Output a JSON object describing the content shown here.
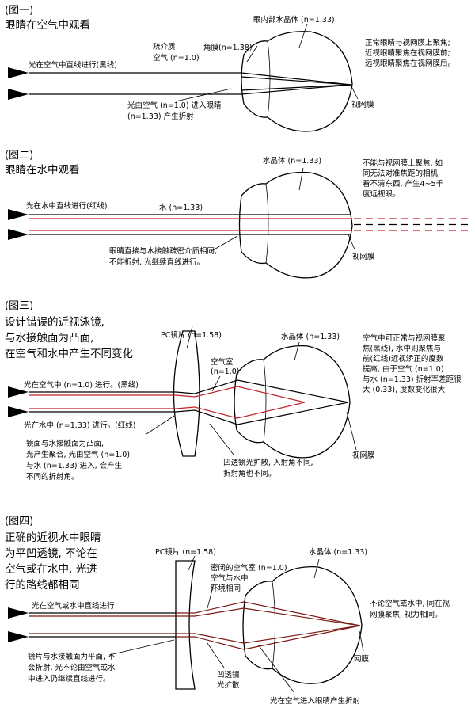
{
  "fig1": {
    "tag": "(图一)",
    "heading": "眼睛在空气中观看",
    "ray_label": "光在空气中直线进行(黑线)",
    "medium_label_1": "疏介质",
    "medium_label_2": "空气 (n=1.0)",
    "cornea_label": "角膜(n=1.38)",
    "lens_label": "眼内部水晶体 (n=1.33)",
    "refraction_1": "光由空气 (n=1.0) 进入眼睛",
    "refraction_2": "(n=1.33) 产生折射",
    "retina_label": "视网膜",
    "side_notes": [
      "正常眼睛与视网膜上聚焦;",
      "近视眼睛聚焦在视网膜前;",
      "远视眼睛聚焦在视网膜后。"
    ]
  },
  "fig2": {
    "tag": "(图二)",
    "heading": "眼睛在水中观看",
    "ray_label": "光在水中直线进行(红线)",
    "water_label": "水 (n=1.33)",
    "lens_label": "水晶体 (n=1.33)",
    "direct_notes": [
      "眼睛直接与水接触疏密介质相同,",
      "不能折射, 光继续直线进行。"
    ],
    "retina_label": "视网膜",
    "side_notes": [
      "不能与视网膜上聚焦, 如",
      "同无法对准焦距的相机,",
      "看不清东西, 产生4~5千",
      "度远视眼。"
    ]
  },
  "fig3": {
    "tag": "(图三)",
    "heading_lines": [
      "设计错误的近视泳镜,",
      "与水接触面为凸面,",
      "在空气和水中产生不同变化"
    ],
    "pc_label": "PC镜片 (n=1.58)",
    "air_chamber_1": "空气室",
    "air_chamber_2": "(n=1.0)",
    "lens_label": "水晶体 (n=1.33)",
    "air_ray_label": "光在空气中 (n=1.0) 进行。(黑线)",
    "water_ray_label": "光在水中 (n=1.33) 进行。(红线)",
    "convex_notes": [
      "镜面与水接触面为凸面,",
      "光产生聚合, 光由空气 (n=1.0)",
      "与水 (n=1.33) 进入, 会产生",
      "不同的折射角。"
    ],
    "concave_notes": [
      "凹透镜光扩散, 入射角不同,",
      "折射角也不同。"
    ],
    "retina_label": "视网膜",
    "side_notes": [
      "空气中可正常与视网膜聚",
      "焦(黑线), 水中则聚焦与",
      "前(红线)近视矫正的度数",
      "提高, 由于空气 (n=1.0)",
      "与水 (n=1.33) 折射率差距很",
      "大 (0.33), 度数变化很大"
    ]
  },
  "fig4": {
    "tag": "(图四)",
    "heading_lines": [
      "正确的近视水中眼睛",
      "为平凹透镜, 不论在",
      "空气或在水中, 光进",
      "行的路线都相同"
    ],
    "pc_label": "PC镜片 (n=1.58)",
    "sealed_notes": [
      "密闭的空气室 (n=1.0)",
      "空气与水中",
      "环境相同"
    ],
    "lens_label": "水晶体 (n=1.33)",
    "ray_label": "光在空气或水中直线进行",
    "flat_notes": [
      "镜片与水接触面为平面, 不",
      "会折射, 光不论由空气或水",
      "中进入仍继续直线进行。"
    ],
    "concave_notes": [
      "凹透镜",
      "光扩散"
    ],
    "side_notes": [
      "不论空气或水中, 同在视",
      "网膜聚焦, 视力相同。"
    ],
    "retina_label": "网膜",
    "refraction_label": "光在空气进入眼睛产生折射"
  },
  "colors": {
    "black_ray": "#000000",
    "red_ray": "#c0202a",
    "brown_ray": "#7a1a12"
  }
}
